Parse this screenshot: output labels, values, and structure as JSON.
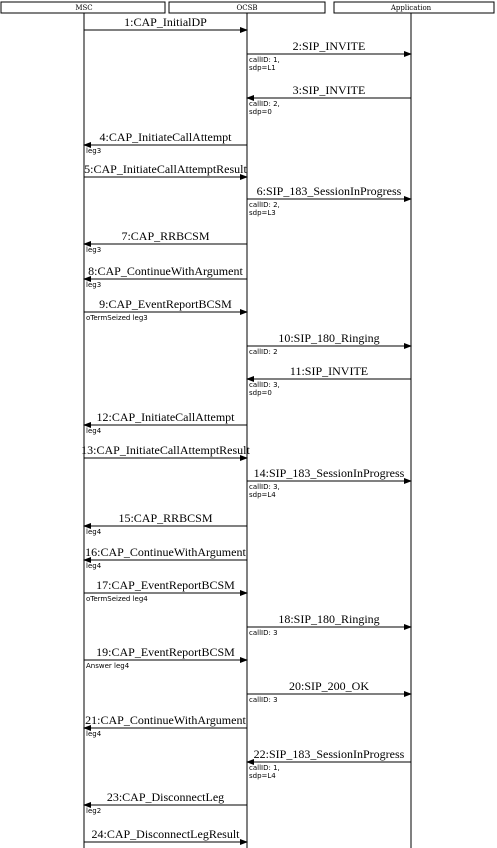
{
  "participants": [
    {
      "id": "msc",
      "label": "MSC"
    },
    {
      "id": "ocsb",
      "label": "OCSB"
    },
    {
      "id": "app",
      "label": "Application"
    }
  ],
  "messages": [
    {
      "label": "1:CAP_InitialDP",
      "from": "msc",
      "to": "ocsb",
      "notes": []
    },
    {
      "label": "2:SIP_INVITE",
      "from": "ocsb",
      "to": "app",
      "notes": [
        "callID: 1,",
        "sdp=L1"
      ]
    },
    {
      "label": "3:SIP_INVITE",
      "from": "app",
      "to": "ocsb",
      "notes": [
        "callID: 2,",
        "sdp=0"
      ]
    },
    {
      "label": "4:CAP_InitiateCallAttempt",
      "from": "ocsb",
      "to": "msc",
      "notes": [
        "leg3"
      ]
    },
    {
      "label": "5:CAP_InitiateCallAttemptResult",
      "from": "msc",
      "to": "ocsb",
      "notes": []
    },
    {
      "label": "6:SIP_183_SessionInProgress",
      "from": "ocsb",
      "to": "app",
      "notes": [
        "callID: 2,",
        "sdp=L3"
      ]
    },
    {
      "label": "7:CAP_RRBCSM",
      "from": "ocsb",
      "to": "msc",
      "notes": [
        "leg3"
      ]
    },
    {
      "label": "8:CAP_ContinueWithArgument",
      "from": "ocsb",
      "to": "msc",
      "notes": [
        "leg3"
      ]
    },
    {
      "label": "9:CAP_EventReportBCSM",
      "from": "msc",
      "to": "ocsb",
      "notes": [
        "oTermSeized leg3"
      ]
    },
    {
      "label": "10:SIP_180_Ringing",
      "from": "ocsb",
      "to": "app",
      "notes": [
        "callID: 2"
      ]
    },
    {
      "label": "11:SIP_INVITE",
      "from": "app",
      "to": "ocsb",
      "notes": [
        "callID: 3,",
        "sdp=0"
      ]
    },
    {
      "label": "12:CAP_InitiateCallAttempt",
      "from": "ocsb",
      "to": "msc",
      "notes": [
        "leg4"
      ]
    },
    {
      "label": "13:CAP_InitiateCallAttemptResult",
      "from": "msc",
      "to": "ocsb",
      "notes": []
    },
    {
      "label": "14:SIP_183_SessionInProgress",
      "from": "ocsb",
      "to": "app",
      "notes": [
        "callID: 3,",
        "sdp=L4"
      ]
    },
    {
      "label": "15:CAP_RRBCSM",
      "from": "ocsb",
      "to": "msc",
      "notes": [
        "leg4"
      ]
    },
    {
      "label": "16:CAP_ContinueWithArgument",
      "from": "ocsb",
      "to": "msc",
      "notes": [
        "leg4"
      ]
    },
    {
      "label": "17:CAP_EventReportBCSM",
      "from": "msc",
      "to": "ocsb",
      "notes": [
        "oTermSeized leg4"
      ]
    },
    {
      "label": "18:SIP_180_Ringing",
      "from": "ocsb",
      "to": "app",
      "notes": [
        "callID: 3"
      ]
    },
    {
      "label": "19:CAP_EventReportBCSM",
      "from": "msc",
      "to": "ocsb",
      "notes": [
        "Answer leg4"
      ]
    },
    {
      "label": "20:SIP_200_OK",
      "from": "ocsb",
      "to": "app",
      "notes": [
        "callID: 3"
      ]
    },
    {
      "label": "21:CAP_ContinueWithArgument",
      "from": "ocsb",
      "to": "msc",
      "notes": [
        "leg4"
      ]
    },
    {
      "label": "22:SIP_183_SessionInProgress",
      "from": "app",
      "to": "ocsb",
      "notes": [
        "callID: 1,",
        "sdp=L4"
      ]
    },
    {
      "label": "23:CAP_DisconnectLeg",
      "from": "ocsb",
      "to": "msc",
      "notes": [
        "leg2"
      ]
    },
    {
      "label": "24:CAP_DisconnectLegResult",
      "from": "msc",
      "to": "ocsb",
      "notes": []
    }
  ]
}
